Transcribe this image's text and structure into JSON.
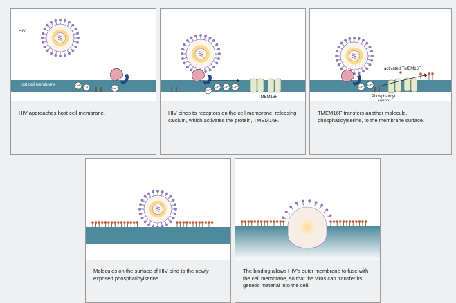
{
  "panels": [
    {
      "labels": {
        "virus": "HIV",
        "membrane": "Host cell membrane"
      },
      "ions": [
        "Ca²⁺",
        "Ca²⁺",
        "Ca²⁺"
      ],
      "caption": "HIV approaches host cell membrane."
    },
    {
      "ions": [
        "Ca²⁺",
        "Ca²⁺",
        "Ca²⁺",
        "Ca²⁺"
      ],
      "labels": {
        "protein": "TMEM16F"
      },
      "caption": "HIV binds to receptors on the cell membrane, releasing calcium, which activates the protein, TMEM16F."
    },
    {
      "ions": [
        "Ca²⁺",
        "Ca²⁺"
      ],
      "labels": {
        "protein": "activated TMEM16F",
        "lipid": "Phosphatidyl serine"
      },
      "caption": "TMEM16F transfers another molecule, phosphatidylserine, to the membrane surface."
    },
    {
      "caption": "Molecules on the surface of HIV bind to the newly exposed phosphatidylserine."
    },
    {
      "caption": "The binding allows HIV's outer membrane to fuse with the cell membrane, so that the virus can transfer its genetic material into the cell."
    }
  ],
  "colors": {
    "membrane": "#4e8a9b",
    "virus_envelope": "#ffd98a",
    "spike": "#8a78b8",
    "receptor_pink": "#e8a3b4",
    "receptor_navy": "#254b86",
    "protein": "#e3ead0",
    "lipid_head": "#c15b36",
    "caption_bg": "#eef0f2"
  },
  "icons": [
    "virus-icon",
    "receptor-icon",
    "calcium-ion-icon",
    "tmem16f-channel-icon",
    "phosphatidylserine-icon",
    "arrow-icon"
  ]
}
